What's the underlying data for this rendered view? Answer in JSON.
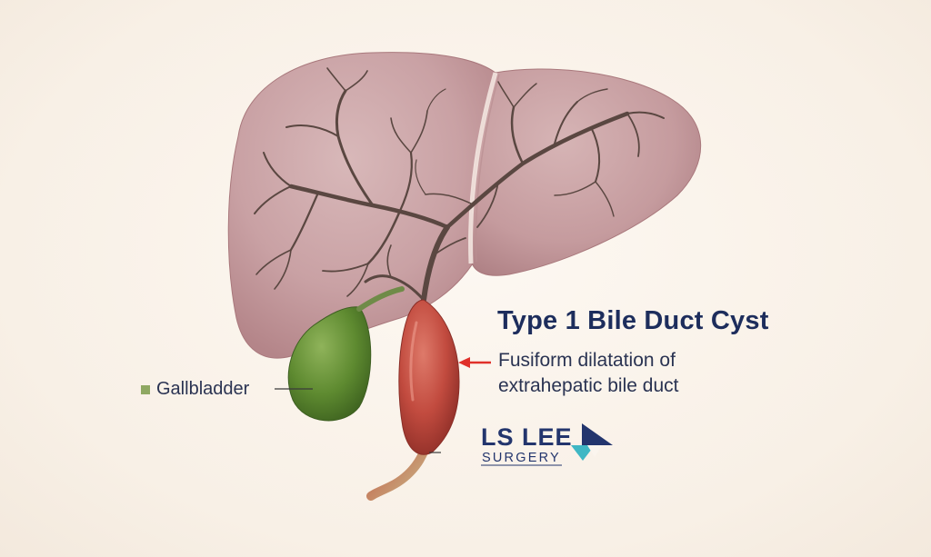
{
  "diagram": {
    "title": "Type 1 Bile Duct Cyst",
    "description_line1": "Fusiform dilatation of",
    "description_line2": "extrahepatic bile duct",
    "gallbladder_label": "Gallbladder"
  },
  "logo": {
    "line1": "LS LEE",
    "line2": "SURGERY",
    "colors": {
      "navy": "#23356d",
      "teal": "#3fb7c4"
    }
  },
  "colors": {
    "liver": "#c9a3a6",
    "bile_ducts": "#5a4741",
    "cyst": "#c0493f",
    "gallbladder": "#5f8a32",
    "arrow": "#e0302a",
    "text": "#1d2d5c"
  }
}
